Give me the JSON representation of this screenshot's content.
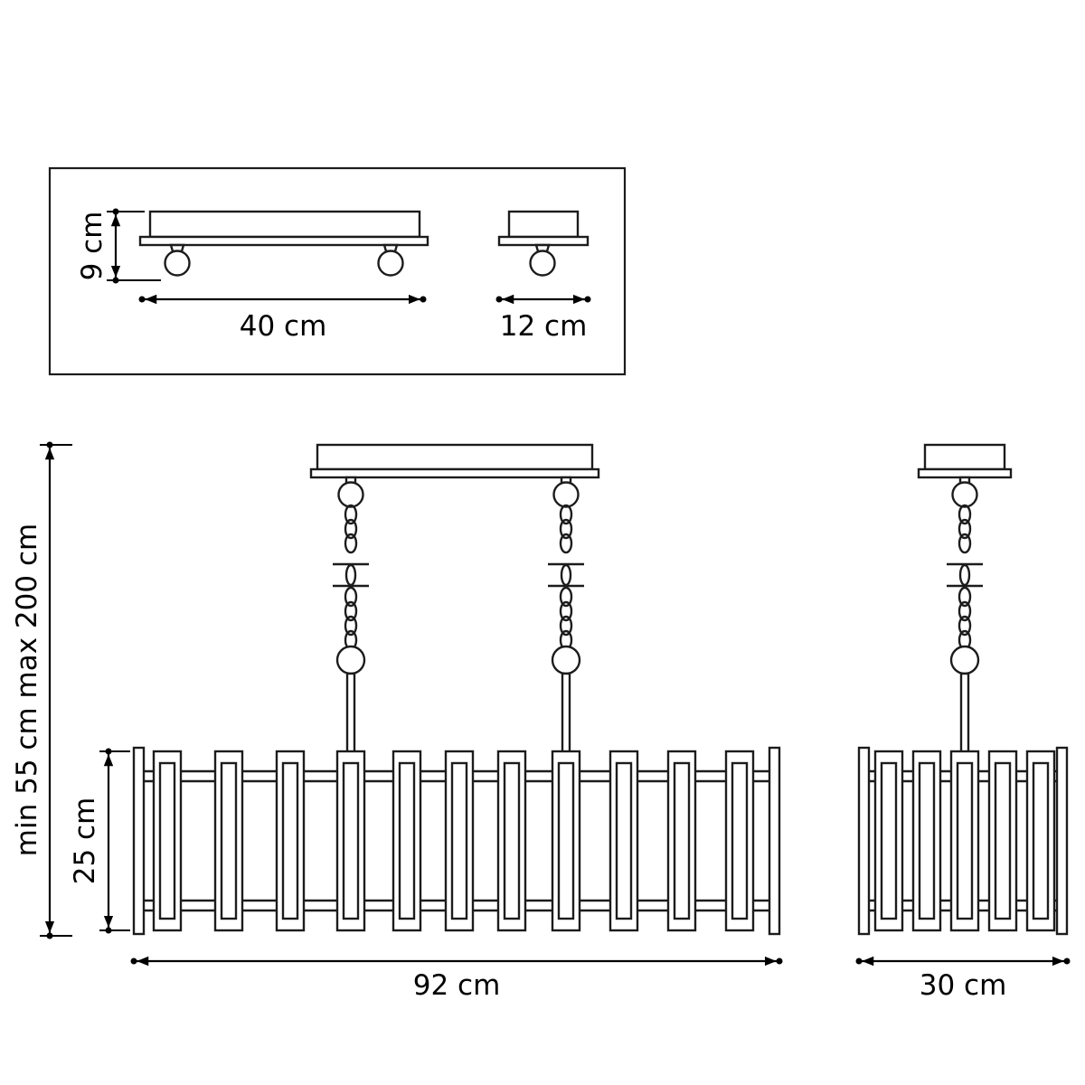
{
  "diagram": {
    "type": "technical-dimensions",
    "background": "#ffffff",
    "line_color": "#1c1c1c",
    "mount_view": {
      "height_label": "9 cm",
      "long_canopy_width_label": "40 cm",
      "short_canopy_width_label": "12 cm"
    },
    "fixture_view": {
      "suspension_height_label": "min 55 cm max 200 cm",
      "shade_height_label": "25 cm",
      "front_width_label": "92 cm",
      "side_width_label": "30 cm"
    }
  }
}
